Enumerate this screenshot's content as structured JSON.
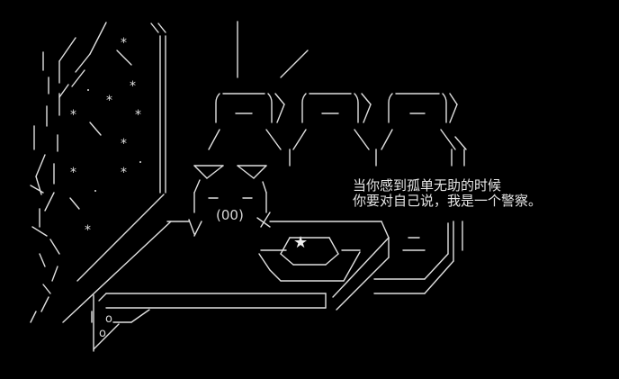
{
  "caption": {
    "line1": "当你感到孤单无助的时候",
    "line2": "你要对自己说，我是一个警察。"
  },
  "art": {
    "nose_label": "(00)",
    "star_glyph": "★",
    "snow_glyph": "*",
    "ring_glyph": "o",
    "dash_glyph": "—"
  },
  "colors": {
    "background": "#000000",
    "line": "#e0e0e0"
  }
}
